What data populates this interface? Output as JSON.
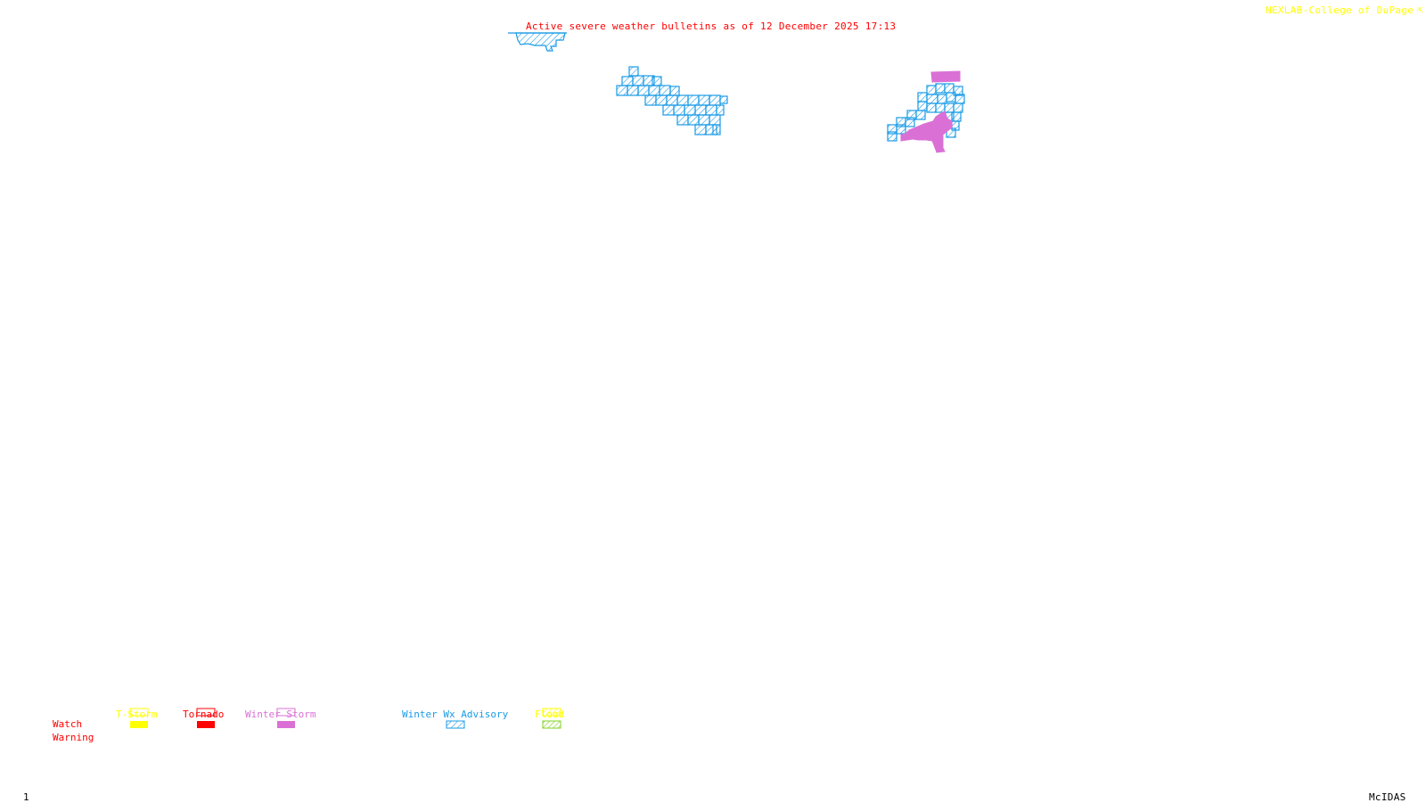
{
  "header": {
    "title": "Active severe weather bulletins as of 12 December 2025 17:13",
    "credit": "NEXLAB-College of DuPage",
    "title_color": "#ff0000",
    "credit_color": "#ffff00"
  },
  "map": {
    "features": [
      {
        "name": "winter-wx-advisory-area-1",
        "type": "Winter Wx Advisory",
        "color": "#1a9be6"
      },
      {
        "name": "winter-wx-advisory-area-2",
        "type": "Winter Wx Advisory",
        "color": "#1a9be6"
      },
      {
        "name": "winter-wx-advisory-area-3",
        "type": "Winter Wx Advisory",
        "color": "#1a9be6"
      },
      {
        "name": "winter-storm-warning-area",
        "type": "Winter Storm Warning",
        "color": "#da70d6"
      }
    ]
  },
  "legend": {
    "row_labels": {
      "watch": "Watch",
      "warning": "Warning"
    },
    "categories": [
      {
        "label": "T-Storm",
        "color": "#ffff00",
        "watch": "outline",
        "warning": "solid"
      },
      {
        "label": "Tornado",
        "color": "#ff0000",
        "watch": "outline",
        "warning": "solid"
      },
      {
        "label": "Winter Storm",
        "color": "#da70d6",
        "watch": "outline",
        "warning": "solid"
      },
      {
        "label": "Winter Wx Advisory",
        "color": "#1a9be6",
        "watch": "none",
        "warning": "hatched"
      },
      {
        "label": "Flood",
        "color": "#ffff00",
        "watch": "hatched",
        "warning": "hatched",
        "warning_color": "#80d020"
      }
    ]
  },
  "footer": {
    "frame_number": "1",
    "software": "McIDAS"
  }
}
